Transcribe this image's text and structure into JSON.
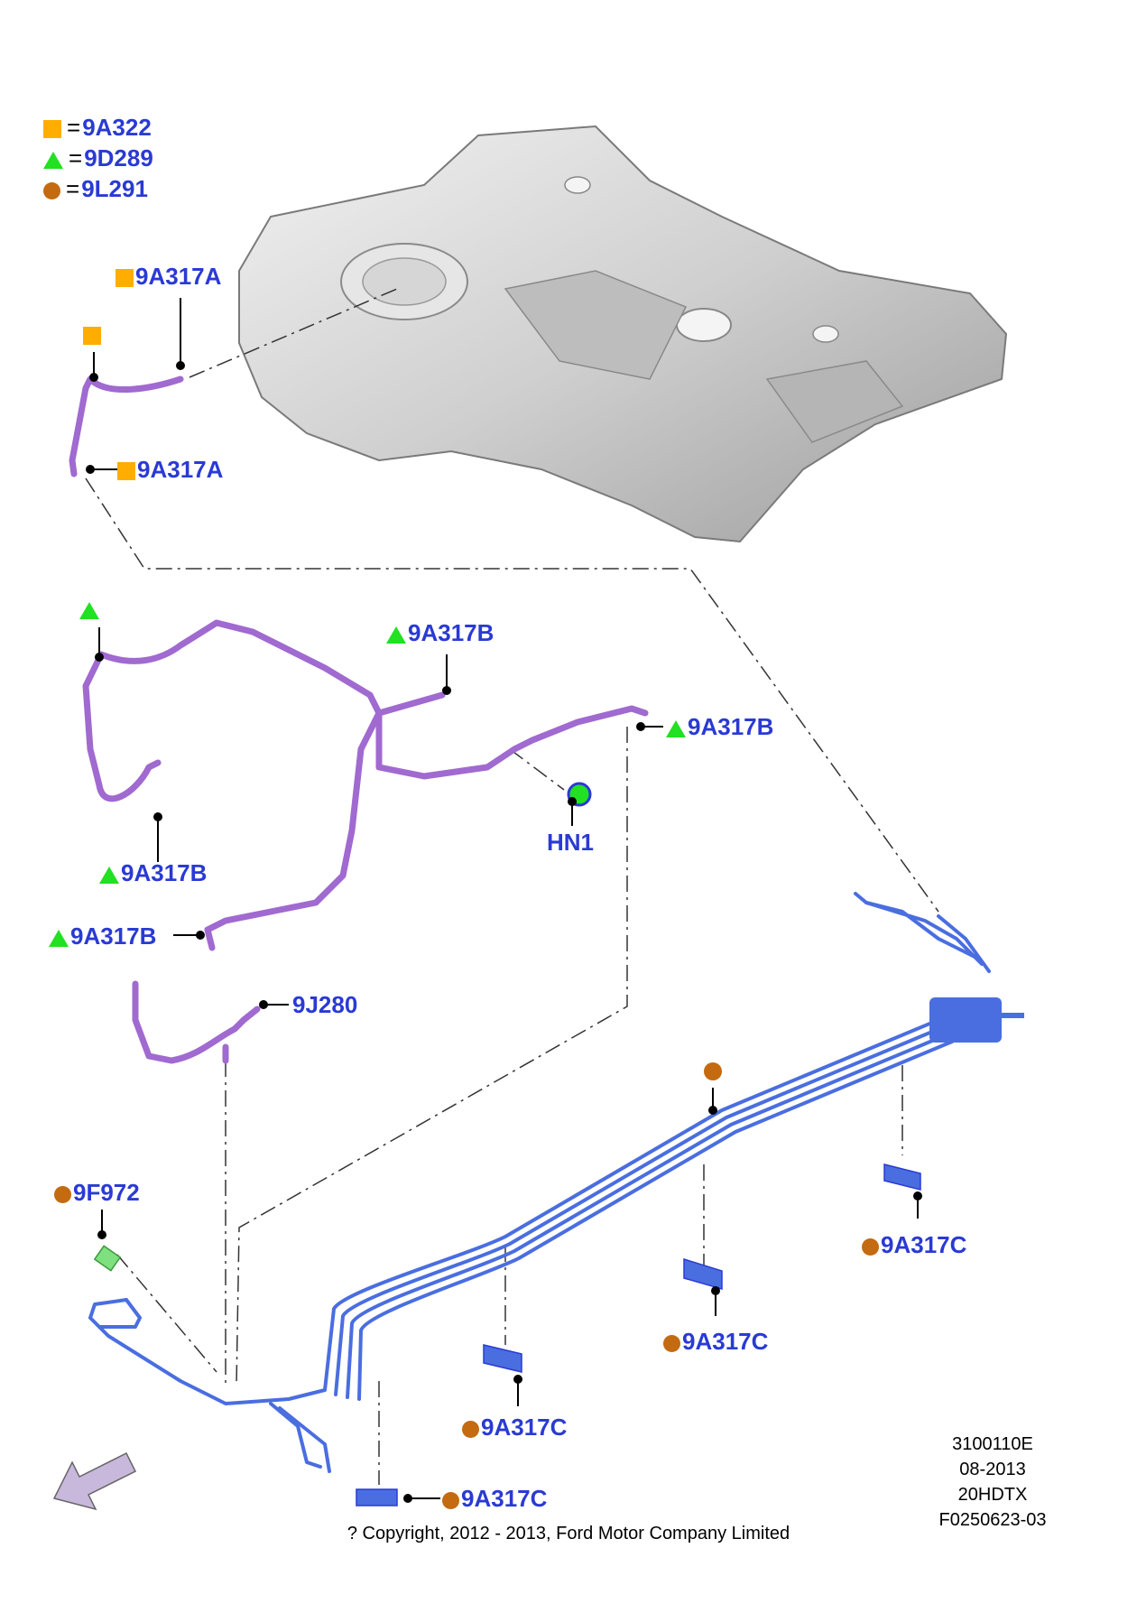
{
  "legend": [
    {
      "symbol": "square",
      "color": "#ffad00",
      "code": "9A322"
    },
    {
      "symbol": "triangle",
      "color": "#22e022",
      "code": "9D289"
    },
    {
      "symbol": "circle",
      "color": "#c46a10",
      "code": "9L291"
    }
  ],
  "callouts": {
    "a_top": "9A317A",
    "a_bottom": "9A317A",
    "b_top": "9A317B",
    "b_right": "9A317B",
    "b_left_mid": "9A317B",
    "b_left_low": "9A317B",
    "hn1": "HN1",
    "j280": "9J280",
    "f972": "9F972",
    "c1": "9A317C",
    "c2": "9A317C",
    "c3": "9A317C",
    "c4": "9A317C"
  },
  "info": {
    "code": "3100110E",
    "date": "08-2013",
    "model": "20HDTX",
    "figure": "F0250623-03"
  },
  "copyright": "? Copyright, 2012 - 2013, Ford Motor Company Limited"
}
